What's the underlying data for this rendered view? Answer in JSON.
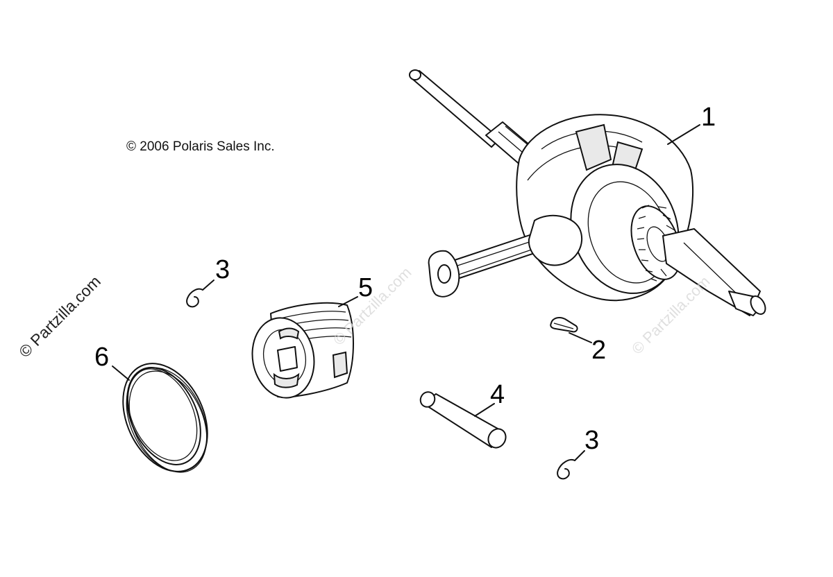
{
  "copyright": "© 2006 Polaris Sales Inc.",
  "watermark": "© Partzilla.com",
  "callouts": {
    "crankshaft": "1",
    "key": "2",
    "circlip_upper": "3",
    "circlip_lower": "3",
    "piston_pin": "4",
    "piston": "5",
    "piston_rings": "6"
  }
}
